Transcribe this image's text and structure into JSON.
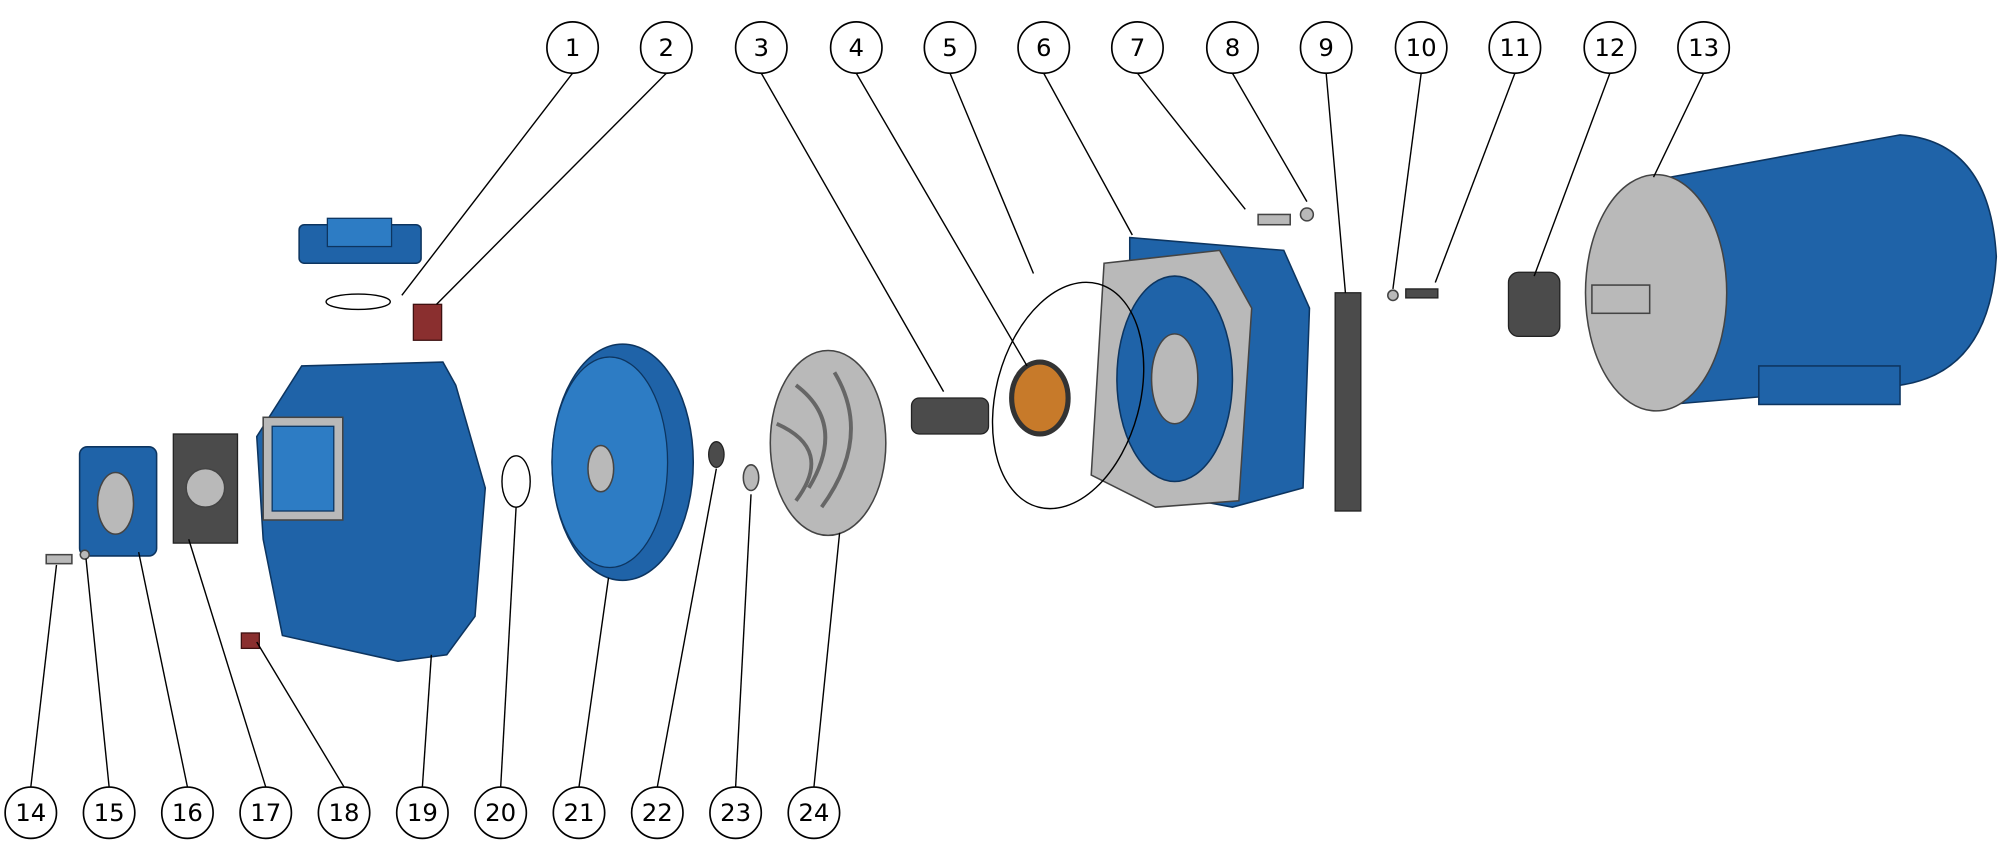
{
  "colors": {
    "casting": "#1f63a8",
    "steel": "#b9b9b9",
    "plug": "#8a2f2f",
    "seal": "#c77a2a"
  },
  "balloons_top": [
    "1",
    "2",
    "3",
    "4",
    "5",
    "6",
    "7",
    "8",
    "9",
    "10",
    "11",
    "12",
    "13"
  ],
  "balloons_bottom": [
    "14",
    "15",
    "16",
    "17",
    "18",
    "19",
    "20",
    "21",
    "22",
    "23",
    "24"
  ]
}
